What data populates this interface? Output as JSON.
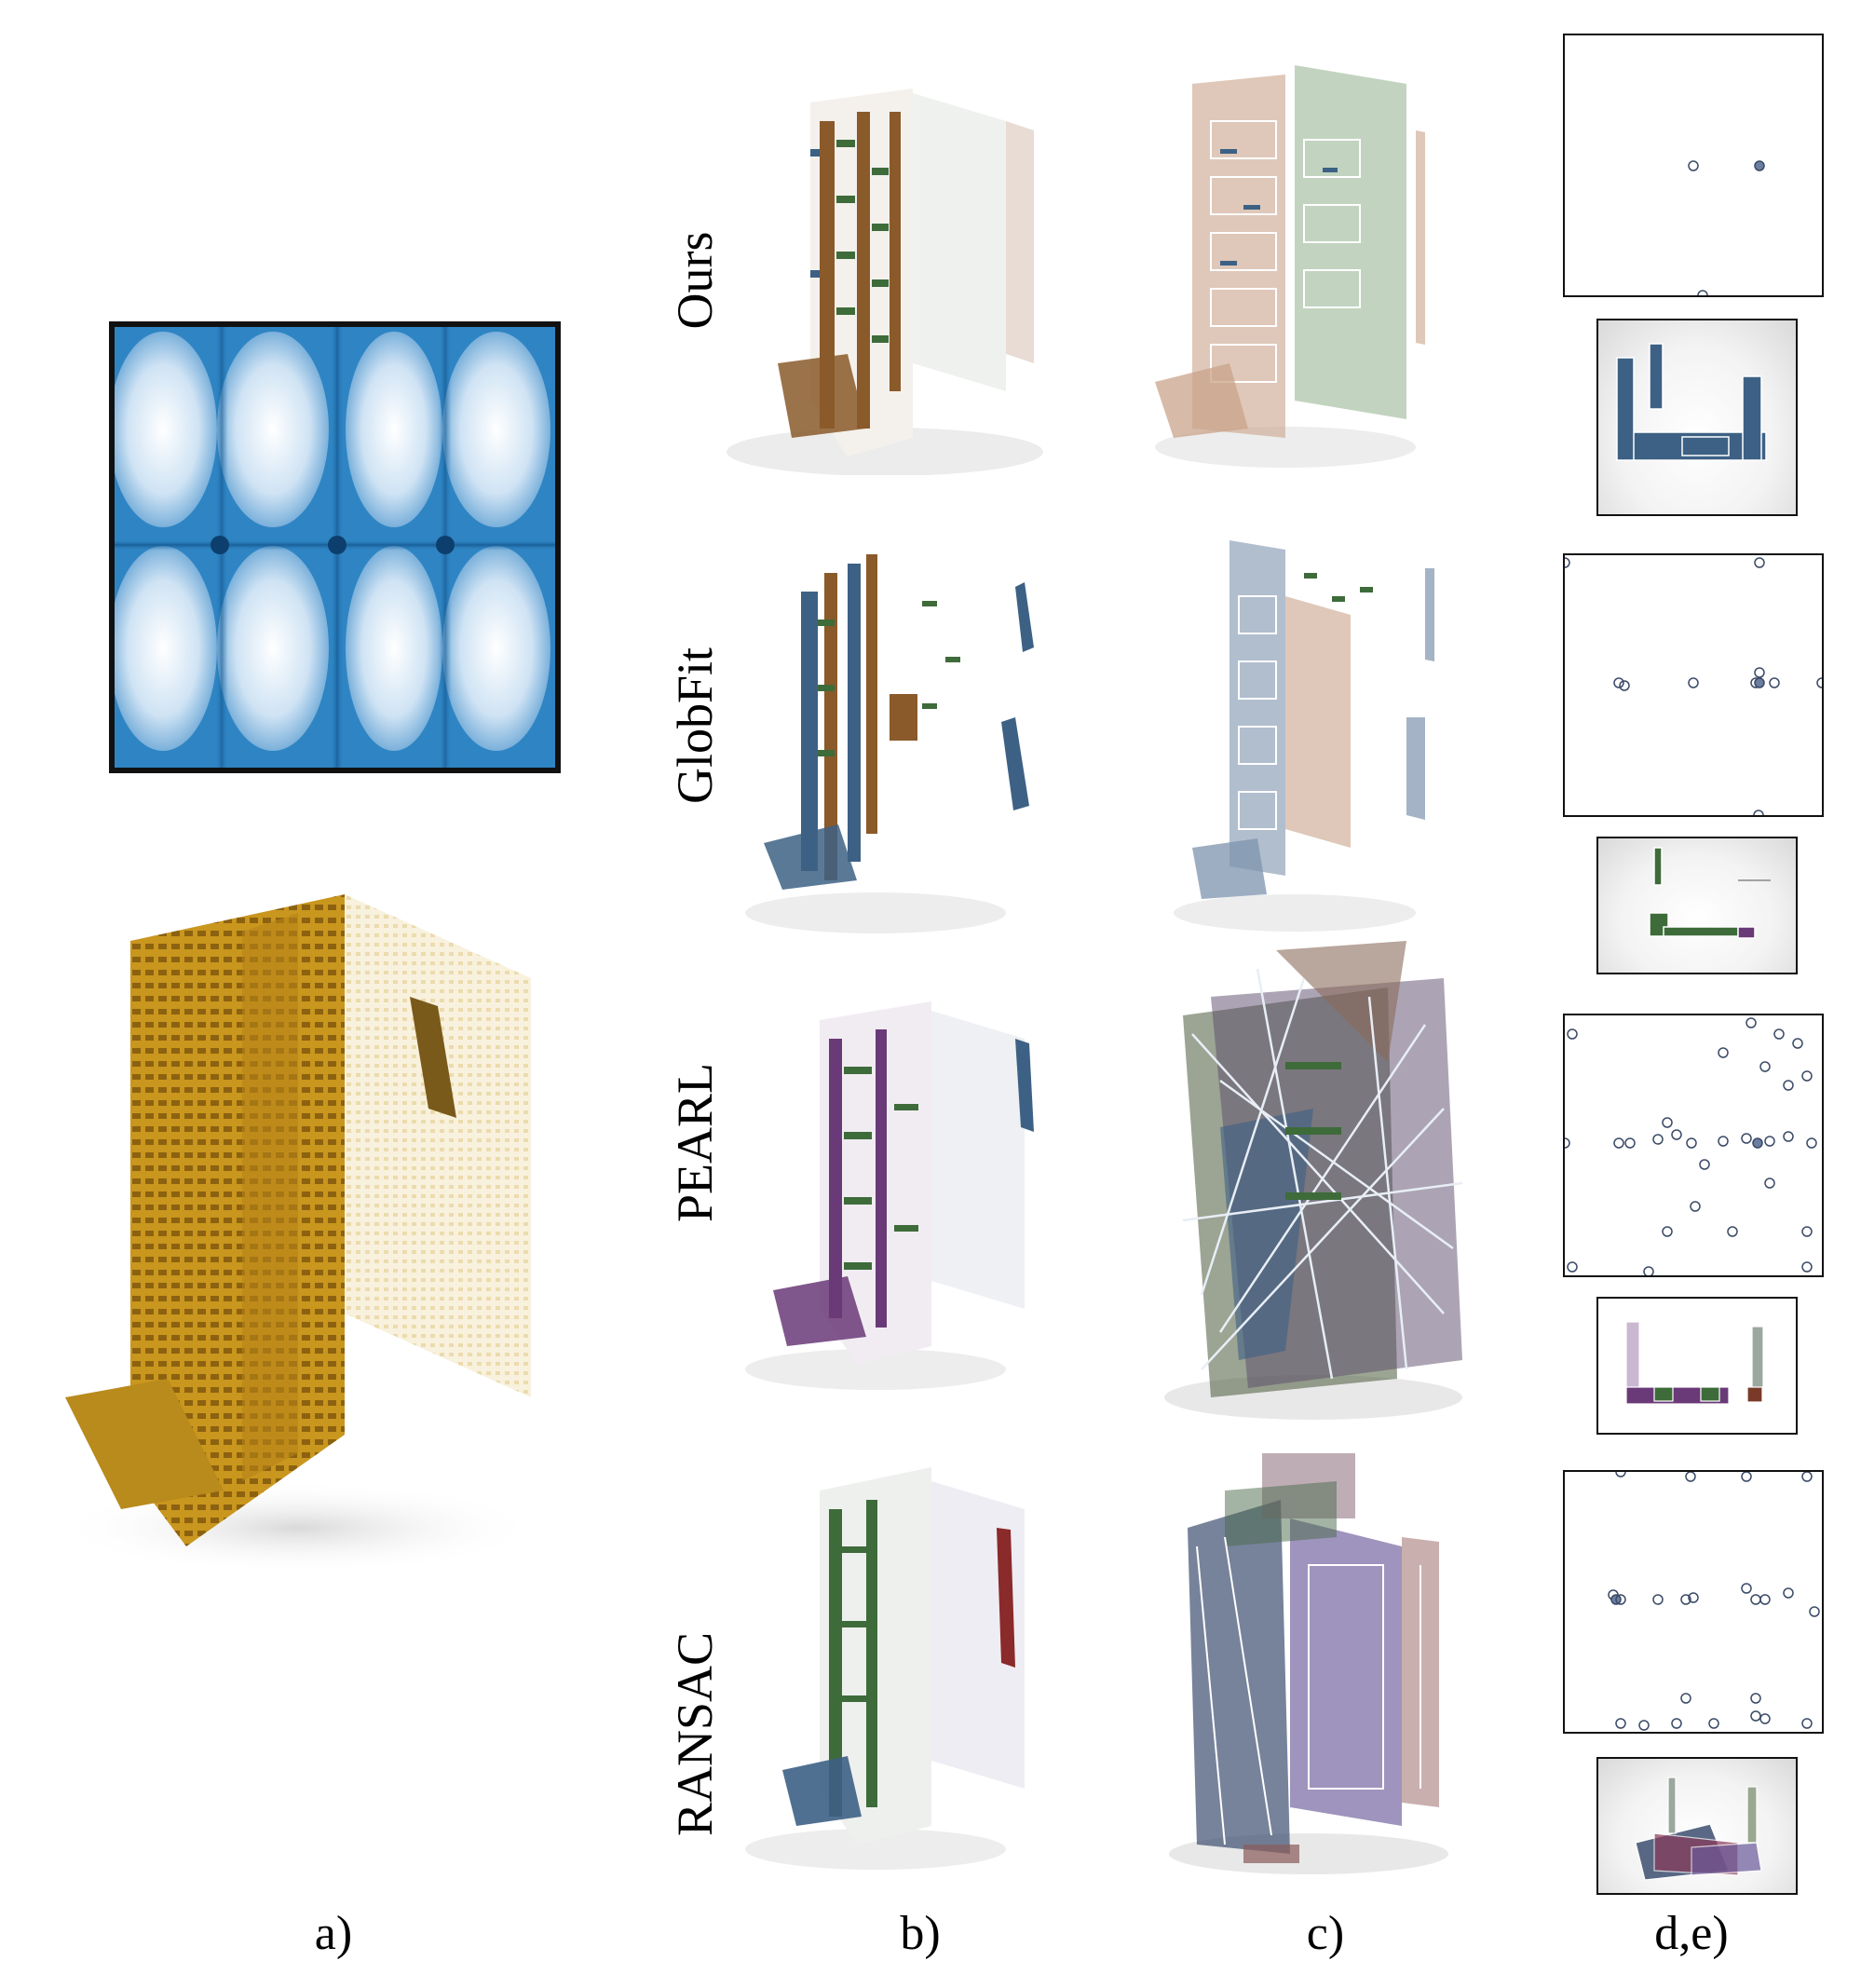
{
  "rows": [
    {
      "label": "Ours"
    },
    {
      "label": "GlobFit"
    },
    {
      "label": "PEARL"
    },
    {
      "label": "RANSAC"
    }
  ],
  "column_labels": {
    "a": "a)",
    "b": "b)",
    "c": "c)",
    "de": "d,e)"
  },
  "colors": {
    "heatmap": "#2f85c4",
    "point_cloud": "#c9961e",
    "blue": "#3d6185",
    "brown": "#8a5a2a",
    "green": "#3e6b3a",
    "purple": "#6a3a78",
    "plane_brown": "#c9a38a",
    "plane_green": "#8fb08a",
    "plane_blue": "#7d93ad"
  },
  "icons": {
    "heatmap": "density-heatmap",
    "cloud": "building-point-cloud"
  }
}
